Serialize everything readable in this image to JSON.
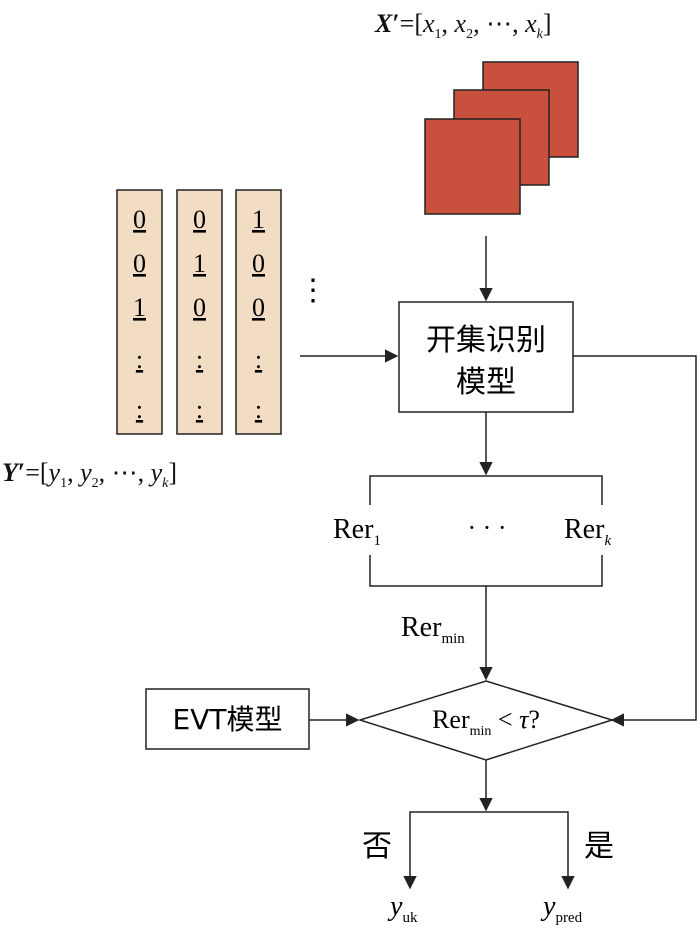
{
  "colors": {
    "image_fill": "#c8503c",
    "label_fill": "#f2dcc4",
    "stroke": "#222222",
    "background": "#ffffff"
  },
  "x_set": {
    "symbol": "X",
    "prime": "′",
    "eq": "=[",
    "x1": "x",
    "x1_sub": "1",
    "sep1": ", ",
    "x2": "x",
    "x2_sub": "2",
    "sep2": ", ⋯, ",
    "xk": "x",
    "xk_sub": "k",
    "close": "]"
  },
  "y_set": {
    "symbol": "Y",
    "prime": "′",
    "eq": "=[",
    "y1": "y",
    "y1_sub": "1",
    "sep1": ", ",
    "y2": "y",
    "y2_sub": "2",
    "sep2": ", ⋯, ",
    "yk": "y",
    "yk_sub": "k",
    "close": "]"
  },
  "label_vectors": [
    [
      "0",
      "0",
      "1",
      ":",
      ":"
    ],
    [
      "0",
      "1",
      "0",
      ":",
      ":"
    ],
    [
      "1",
      "0",
      "0",
      ":",
      ":"
    ]
  ],
  "vector_ellipsis": "⋮",
  "osr_model": {
    "line1": "开集识别",
    "line2": "模型"
  },
  "rer_first": {
    "main": "Rer",
    "sub": "1"
  },
  "rer_dots": "· · ·",
  "rer_last": {
    "main": "Rer",
    "sub": "k"
  },
  "rer_min": {
    "main": "Rer",
    "sub": "min"
  },
  "decision": {
    "main": "Rer",
    "sub": "min",
    "op": " < ",
    "tau": "τ",
    "q": "?"
  },
  "evt_model": "EVT模型",
  "no_label": "否",
  "yes_label": "是",
  "y_unknown": {
    "main": "y",
    "sub": "uk"
  },
  "y_pred": {
    "main": "y",
    "sub": "pred"
  }
}
